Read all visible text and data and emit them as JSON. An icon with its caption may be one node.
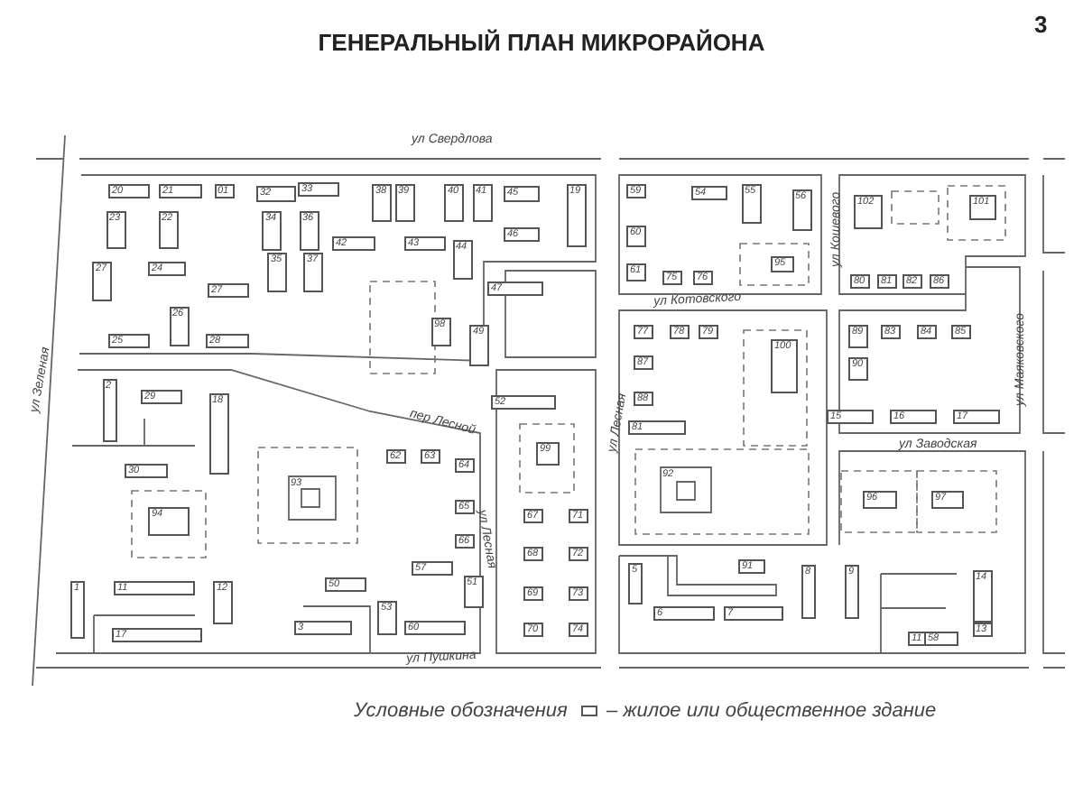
{
  "diagram": {
    "title": "ГЕНЕРАЛЬНЫЙ ПЛАН МИКРОРАЙОНА",
    "labels": [
      "3",
      "ул Свердлова",
      "ул Зеленая",
      "ул Котовского",
      "ул Кошевого",
      "пер Лесной",
      "ул Лесная",
      "ул Лесная",
      "ул Заводская",
      "ул Маяковского",
      "ул Пушкина",
      "20",
      "21",
      "01",
      "32",
      "33",
      "38",
      "39",
      "40",
      "41",
      "45",
      "19",
      "59",
      "54",
      "55",
      "56",
      "102",
      "101",
      "23",
      "22",
      "34",
      "36",
      "42",
      "43",
      "46",
      "60",
      "27",
      "24",
      "35",
      "37",
      "44",
      "61",
      "75",
      "76",
      "95",
      "80",
      "81",
      "82",
      "86",
      "27",
      "47",
      "26",
      "98",
      "49",
      "77",
      "78",
      "79",
      "89",
      "83",
      "84",
      "85",
      "25",
      "28",
      "100",
      "87",
      "90",
      "2",
      "29",
      "18",
      "52",
      "88",
      "15",
      "16",
      "17",
      "81",
      "99",
      "62",
      "63",
      "64",
      "30",
      "92",
      "93",
      "96",
      "97",
      "65",
      "94",
      "67",
      "71",
      "66",
      "68",
      "72",
      "57",
      "5",
      "91",
      "8",
      "9",
      "14",
      "50",
      "51",
      "1",
      "11",
      "12",
      "69",
      "73",
      "53",
      "6",
      "7",
      "3",
      "60",
      "70",
      "74",
      "13",
      "17",
      "11",
      "58",
      "Условные обозначения"
    ],
    "legend": [
      {
        "text": "– жилое или общественное здание"
      }
    ]
  }
}
